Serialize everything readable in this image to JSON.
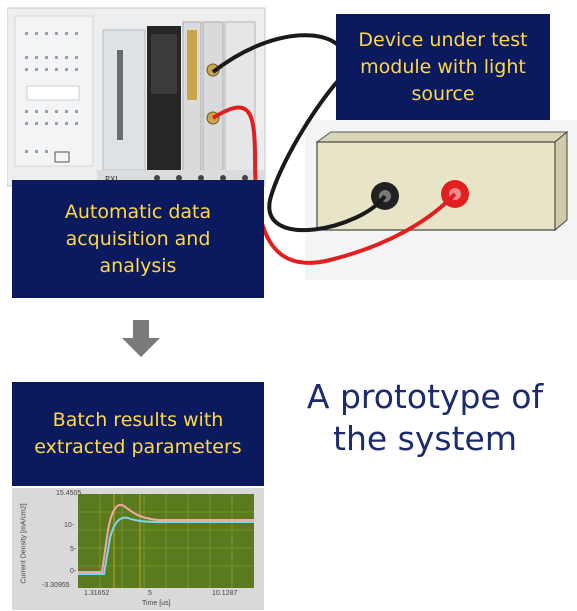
{
  "labels": {
    "device_under_test": "Device under test module with light source",
    "automatic_daq": "Automatic data acquisition and analysis",
    "batch_results": "Batch results with extracted parameters"
  },
  "caption": "A prototype of the system",
  "instrument": {
    "chassis_label": "PXI"
  },
  "colors": {
    "label_background": "#0b1a5e",
    "label_text": "#ffd84a",
    "caption_text": "#1c2a6e",
    "arrow": "#7a7a7a",
    "cable_red": "#e02020",
    "cable_black": "#1a1a1a",
    "device_box": "#e6e2c6"
  },
  "result_plot": {
    "ylabel": "Current Density [mA/cm2]",
    "xlabel": "Time [us]",
    "y_ticks": [
      "15.4505",
      "10-",
      "5-",
      "0-",
      "-3.30955"
    ],
    "x_ticks": [
      "1.31652",
      "5",
      "10.1287"
    ]
  }
}
